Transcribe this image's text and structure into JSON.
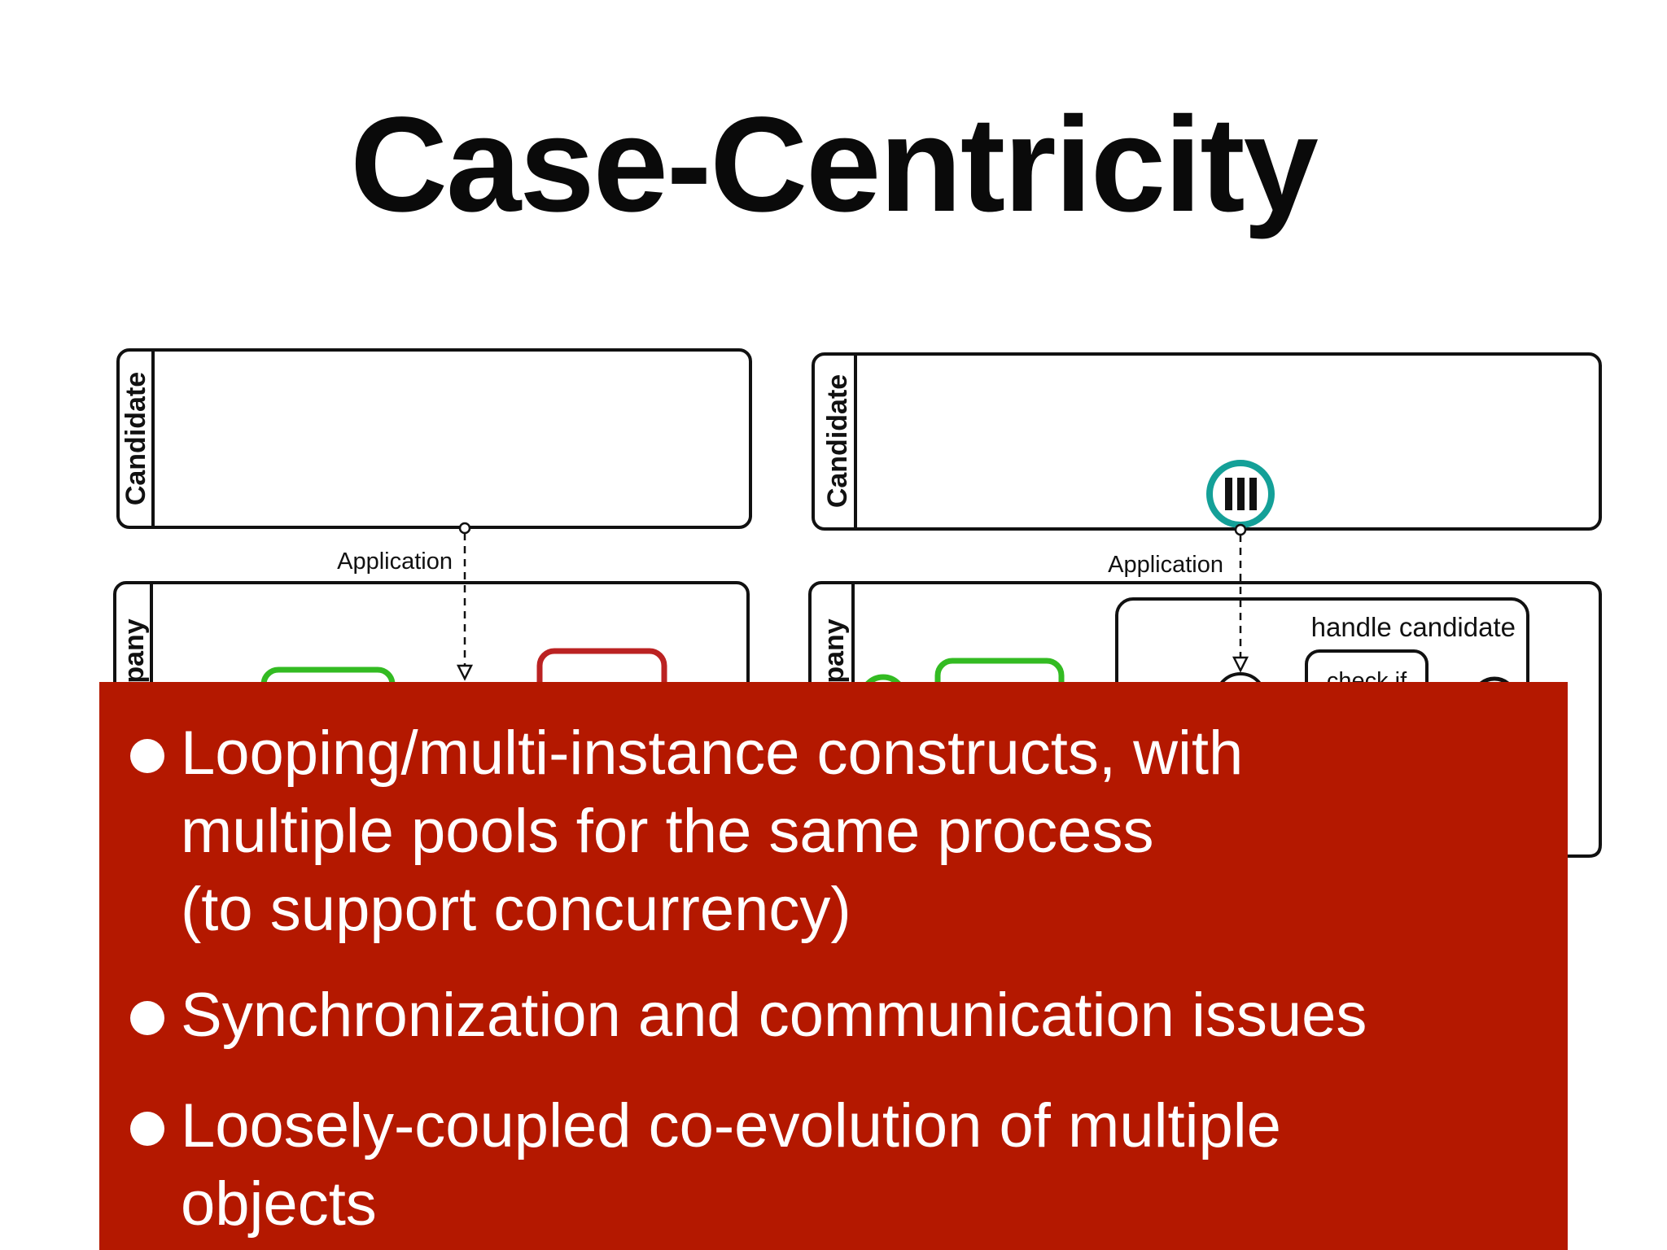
{
  "title": "Case-Centricity",
  "diagram_left": {
    "top_pool_label": "Candidate",
    "message_flow_label": "Application",
    "bottom_pool_label_partial": "pany"
  },
  "diagram_right": {
    "top_pool_label": "Candidate",
    "message_flow_label": "Application",
    "bottom_pool_label_partial": "pany",
    "subprocess_label": "handle candidate",
    "task_label_partial": "check if",
    "ellipsis": "…"
  },
  "bullets": [
    {
      "lines": [
        "Looping/multi-instance constructs, with",
        "multiple pools for the same process",
        "(to support concurrency)"
      ]
    },
    {
      "lines": [
        "Synchronization and communication issues"
      ]
    },
    {
      "lines": [
        "Loosely-coupled co-evolution of multiple",
        "objects"
      ]
    }
  ],
  "colors": {
    "overlay": "#b41800",
    "green_task": "#33bb22",
    "red_task": "#bb2222",
    "teal_marker": "#14a098"
  }
}
